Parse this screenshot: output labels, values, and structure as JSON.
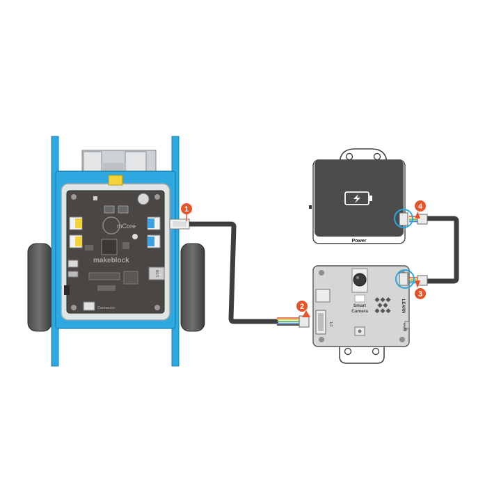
{
  "robot": {
    "brand_text": "mCore",
    "logo_text": "makeblock",
    "usb_label": "USB",
    "connector_label": "Connector"
  },
  "power_bank": {
    "label": "Power",
    "battery_icon": "battery-charging-icon"
  },
  "camera": {
    "name_line1": "Smart",
    "name_line2": "Camera",
    "learn_label": "LEARN",
    "usb_label": "USB",
    "port_label": "1/2"
  },
  "markers": [
    {
      "label": "1"
    },
    {
      "label": "2"
    },
    {
      "label": "3"
    },
    {
      "label": "4"
    }
  ],
  "colors": {
    "chassis_blue": "#2ea8e0",
    "marker_orange": "#e8542a",
    "highlight_cyan": "#29a9e1",
    "board_dark": "#4a4644",
    "cable_dark": "#3e3e3e"
  }
}
